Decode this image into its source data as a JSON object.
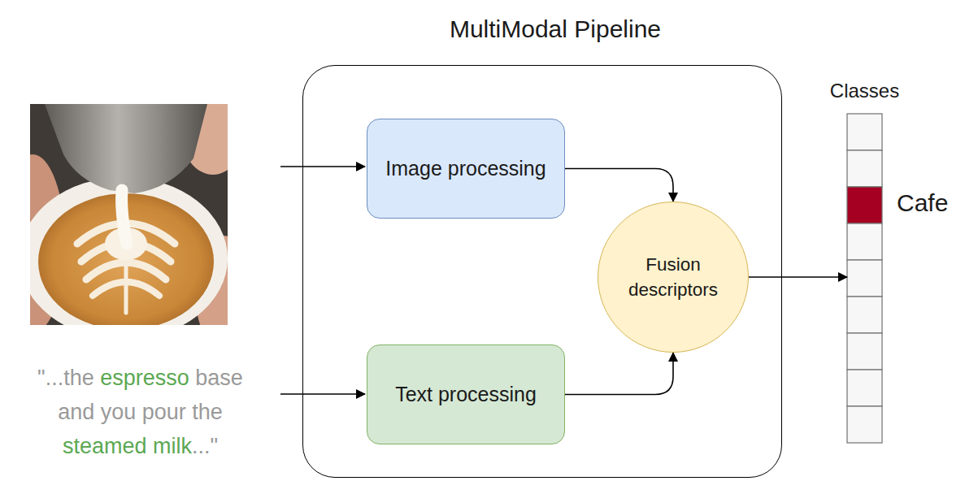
{
  "diagram": {
    "nodes": [
      {
        "text": [
          "MultiModal Pipeline"
        ]
      },
      {
        "text": [
          "Image processing"
        ],
        "in": 0
      },
      {
        "text": [
          "Fusion descriptors"
        ],
        "in": 0
      },
      {
        "text": [
          "Text processing"
        ],
        "in": 0
      },
      {
        "text": [
          "Classes"
        ]
      }
    ],
    "edges": [
      {
        "from": 1,
        "to": 2,
        "arrow": "to"
      },
      {
        "from": 3,
        "to": 2,
        "arrow": "to"
      },
      {
        "from": 2,
        "to": 4,
        "arrow": "to"
      }
    ],
    "labels": [
      "\"...the",
      "espresso",
      "base",
      "and you pour the",
      "steamed milk",
      "...\"",
      "Cafe"
    ]
  }
}
